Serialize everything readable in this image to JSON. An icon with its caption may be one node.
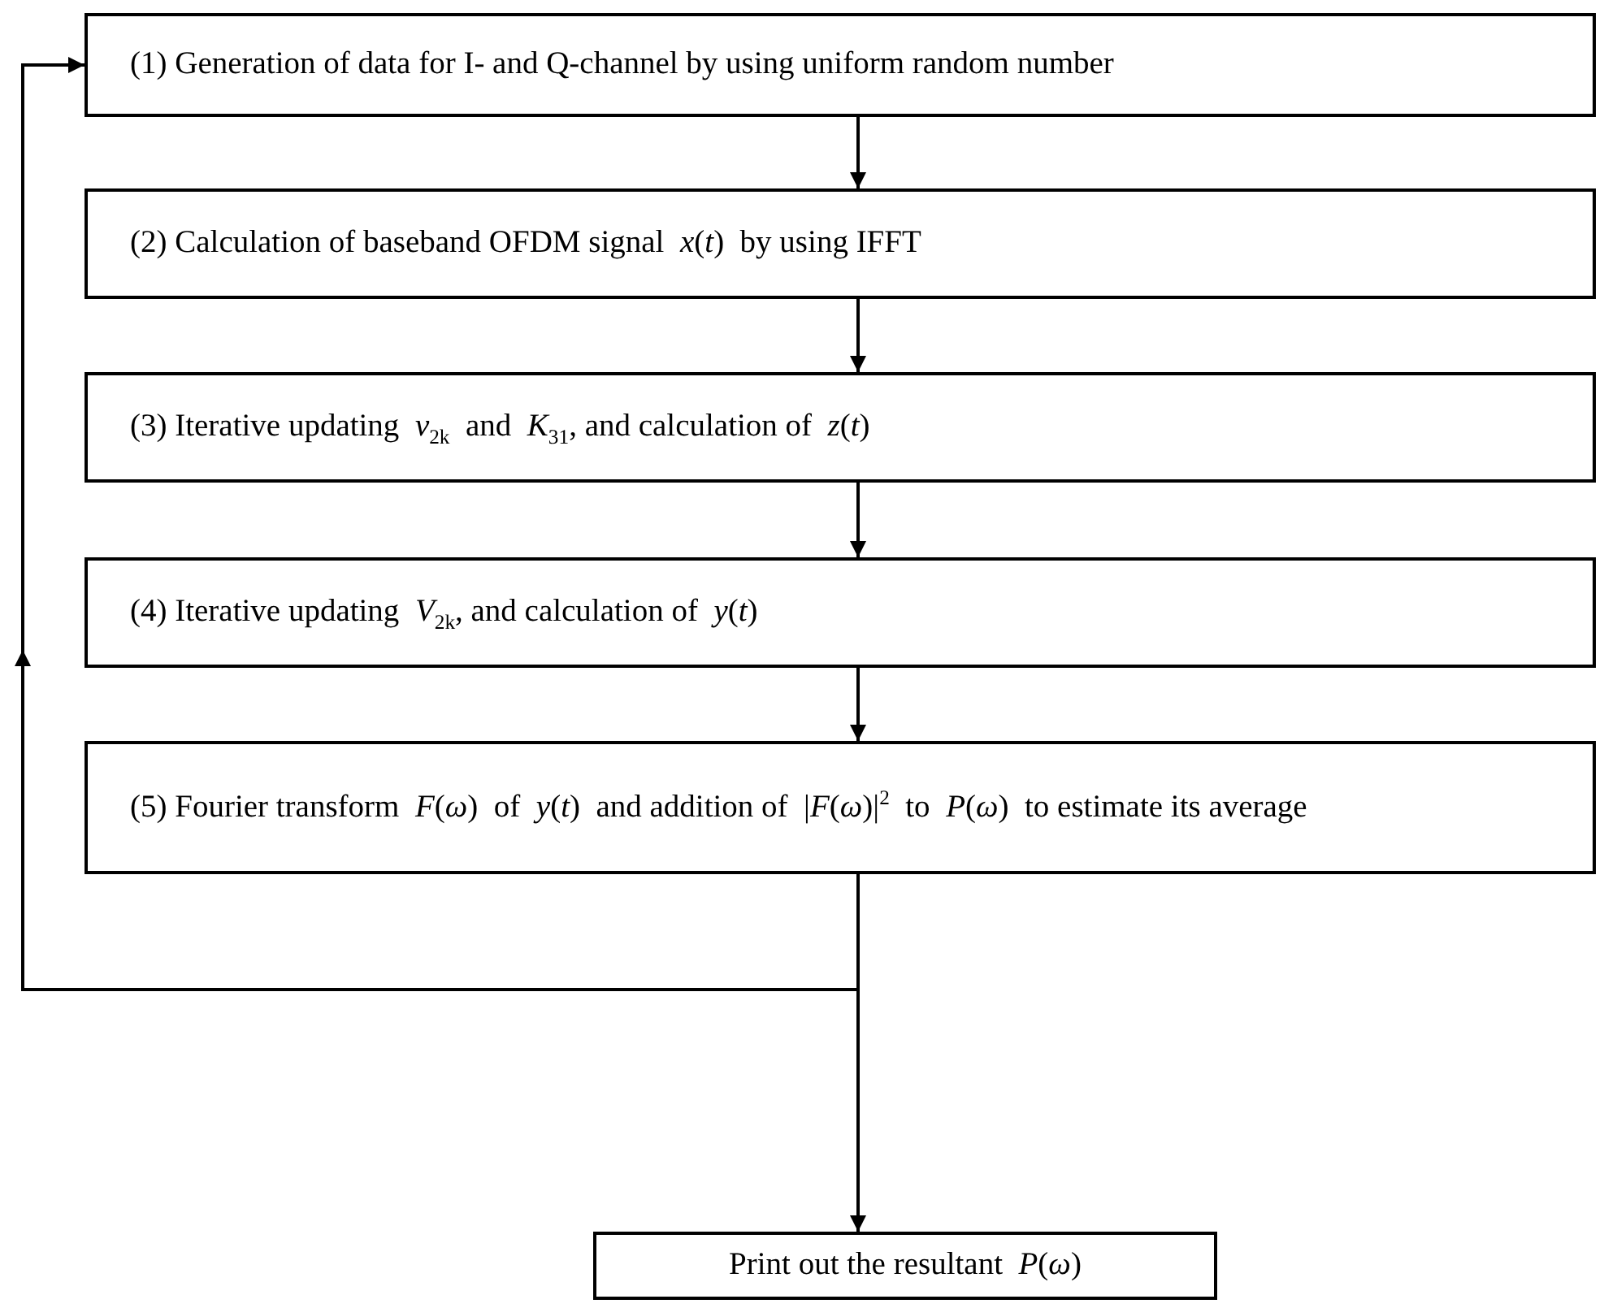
{
  "diagram": {
    "nodes": [
      {
        "text": [
          "(1) Generation of data for I- and Q-channel by using uniform random number"
        ]
      },
      {
        "text": [
          "(2) Calculation of baseband OFDM signal  *x*(*t*)  by using IFFT"
        ]
      },
      {
        "text": [
          "(3) Iterative updating  *v*$_{2k}$  and  *K*$_{31}$, and calculation of  *z*(*t*)"
        ]
      },
      {
        "text": [
          "(4) Iterative updating  *V*$_{2k}$, and calculation of  *y*(*t*)"
        ]
      },
      {
        "text": [
          "(5) Fourier transform  *F*(*ω*)  of  *y*(*t*)  and addition of  |*F*(*ω*)|$^{2}$  to  *P*(*ω*)  to estimate its average"
        ]
      },
      {
        "text": [
          "Print out the resultant  *P*(*ω*)"
        ]
      }
    ],
    "edges": [
      {
        "from": 0,
        "to": 1,
        "arrow": "to"
      },
      {
        "from": 1,
        "to": 2,
        "arrow": "to"
      },
      {
        "from": 2,
        "to": 3,
        "arrow": "to"
      },
      {
        "from": 3,
        "to": 4,
        "arrow": "to"
      },
      {
        "from": 4,
        "to": 5,
        "arrow": "to"
      },
      {
        "from": 4,
        "to": 0,
        "arrow": "to"
      }
    ]
  }
}
